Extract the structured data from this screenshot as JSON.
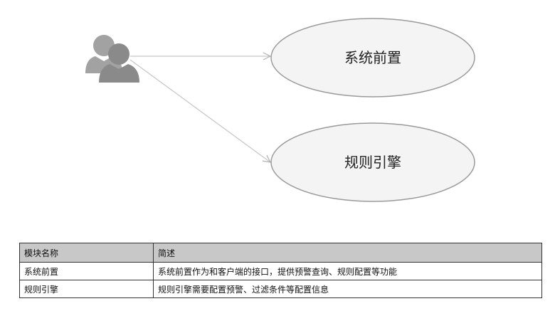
{
  "diagram": {
    "actor_icon": "users-icon",
    "use_cases": [
      {
        "label": "系统前置"
      },
      {
        "label": "规则引擎"
      }
    ]
  },
  "table": {
    "headers": [
      "模块名称",
      "简述"
    ],
    "rows": [
      {
        "name": "系统前置",
        "description": "系统前置作为和客户端的接口，提供预警查询、规则配置等功能"
      },
      {
        "name": "规则引擎",
        "description": "规则引擎需要配置预警、过滤条件等配置信息"
      }
    ]
  },
  "colors": {
    "actor": "#8c8c8c",
    "ellipse_fill": "#f4f4f4",
    "ellipse_stroke": "#9a9a9a",
    "connector": "#c8c8c8",
    "header_bg": "#c8c8c8"
  }
}
